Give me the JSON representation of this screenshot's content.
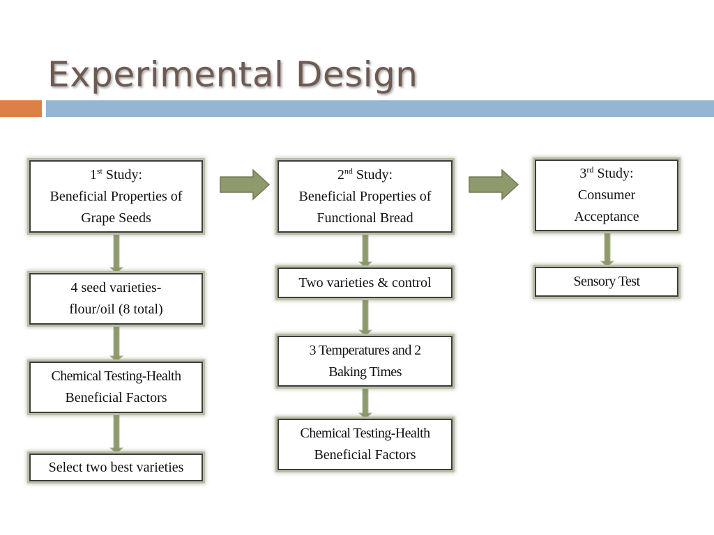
{
  "slide": {
    "title": "Experimental Design",
    "colors": {
      "title": "#6e5a51",
      "accent_orange": "#dd8047",
      "accent_blue": "#94b6d2",
      "arrow_fill": "#8e9a6c",
      "box_glow": "#b9bfa7"
    }
  },
  "study1": {
    "number": "1",
    "ordinal": "st",
    "word": " Study:",
    "line2": "Beneficial Properties of",
    "line3": "Grape Seeds",
    "steps": [
      {
        "line1": "4 seed varieties-",
        "line2": "flour/oil (8 total)"
      },
      {
        "line1": "Chemical Testing-Health",
        "line2": "Beneficial Factors"
      },
      {
        "line1": "Select two best varieties"
      }
    ]
  },
  "study2": {
    "number": "2",
    "ordinal": "nd",
    "word": " Study:",
    "line2": "Beneficial Properties of",
    "line3": "Functional Bread",
    "steps": [
      {
        "line1": "Two varieties & control"
      },
      {
        "line1": "3 Temperatures and 2",
        "line2": "Baking Times"
      },
      {
        "line1": "Chemical Testing-Health",
        "line2": "Beneficial Factors"
      }
    ]
  },
  "study3": {
    "number": "3",
    "ordinal": "rd",
    "word": " Study:",
    "line2": "Consumer",
    "line3": "Acceptance",
    "steps": [
      {
        "line1": "Sensory Test"
      }
    ]
  }
}
